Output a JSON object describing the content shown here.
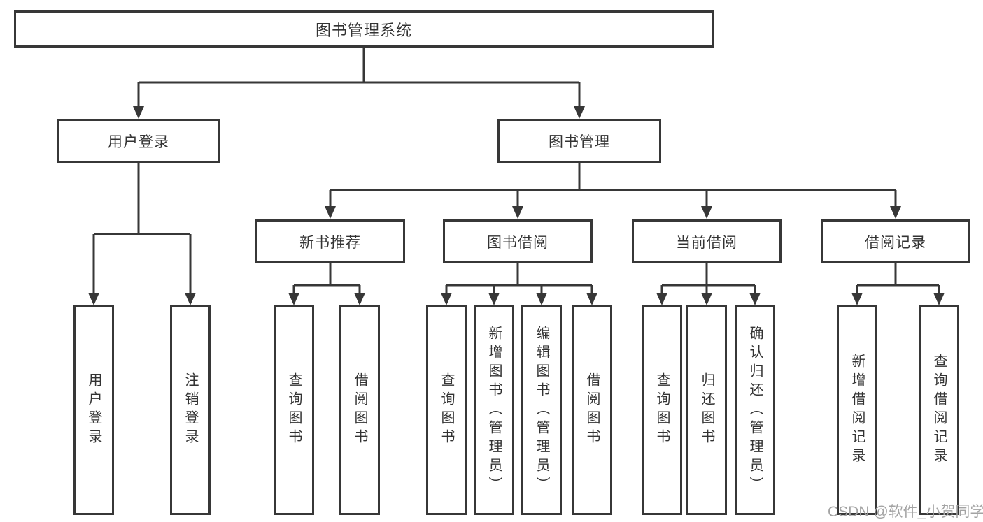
{
  "diagram": {
    "title": "图书管理系统",
    "branches": {
      "user_login": {
        "label": "用户登录",
        "children": {
          "login": "用户登录",
          "logout": "注销登录"
        }
      },
      "book_management": {
        "label": "图书管理",
        "sections": {
          "new_book": {
            "label": "新书推荐",
            "children": {
              "query": "查询图书",
              "borrow": "借阅图书"
            }
          },
          "book_borrow": {
            "label": "图书借阅",
            "children": {
              "query": "查询图书",
              "add": "新增图书（管理员）",
              "edit": "编辑图书（管理员）",
              "borrow": "借阅图书"
            }
          },
          "current_borrow": {
            "label": "当前借阅",
            "children": {
              "query": "查询图书",
              "return": "归还图书",
              "confirm": "确认归还（管理员）"
            }
          },
          "borrow_records": {
            "label": "借阅记录",
            "children": {
              "add": "新增借阅记录",
              "query": "查询借阅记录"
            }
          }
        }
      }
    }
  },
  "watermark": "CSDN @软件_小贺同学",
  "colors": {
    "line_color": "#373737",
    "text_color": "#333333",
    "watermark_color": "#a3a3a3",
    "bg_color": "#ffffff"
  }
}
